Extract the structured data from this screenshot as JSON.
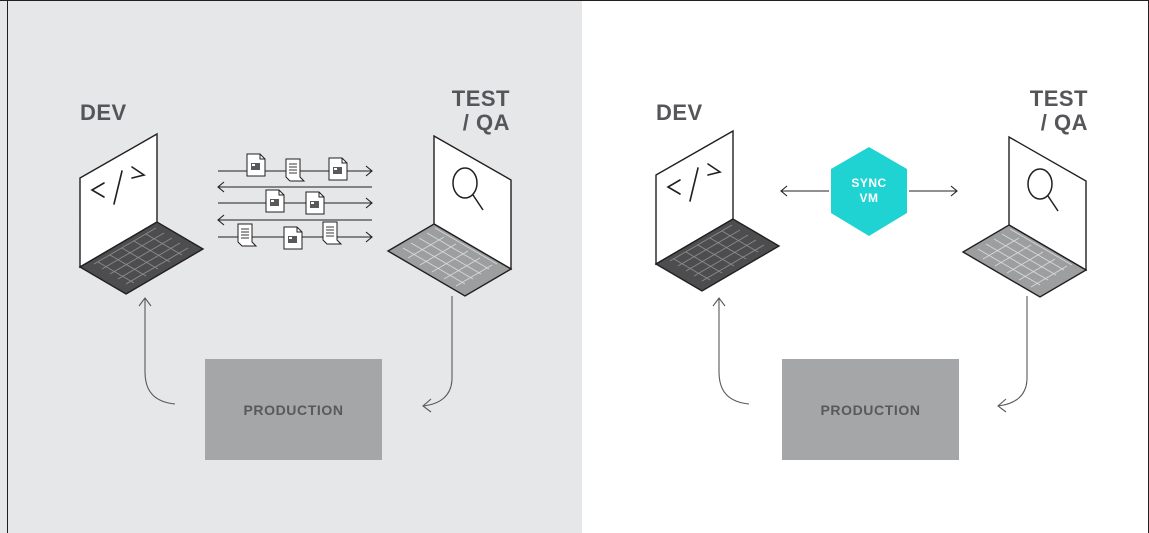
{
  "colors": {
    "left_panel_bg": "#e6e7e8",
    "border": "#231f20",
    "label": "#555659",
    "production_box": "#a5a6a8",
    "sync_hexagon": "#1fd3d3",
    "keyboard_dev": "#4d4d4f",
    "keyboard_test": "#9d9ea0"
  },
  "left": {
    "dev_label": "DEV",
    "test_label_1": "TEST",
    "test_label_2": "/ QA",
    "production_label": "PRODUCTION"
  },
  "right": {
    "dev_label": "DEV",
    "test_label_1": "TEST",
    "test_label_2": "/ QA",
    "production_label": "PRODUCTION",
    "sync_line_1": "SYNC",
    "sync_line_2": "VM"
  },
  "icons": {
    "code": "code-brackets-icon",
    "search": "magnifier-icon",
    "document": "document-icon",
    "arrow": "arrow-icon"
  }
}
